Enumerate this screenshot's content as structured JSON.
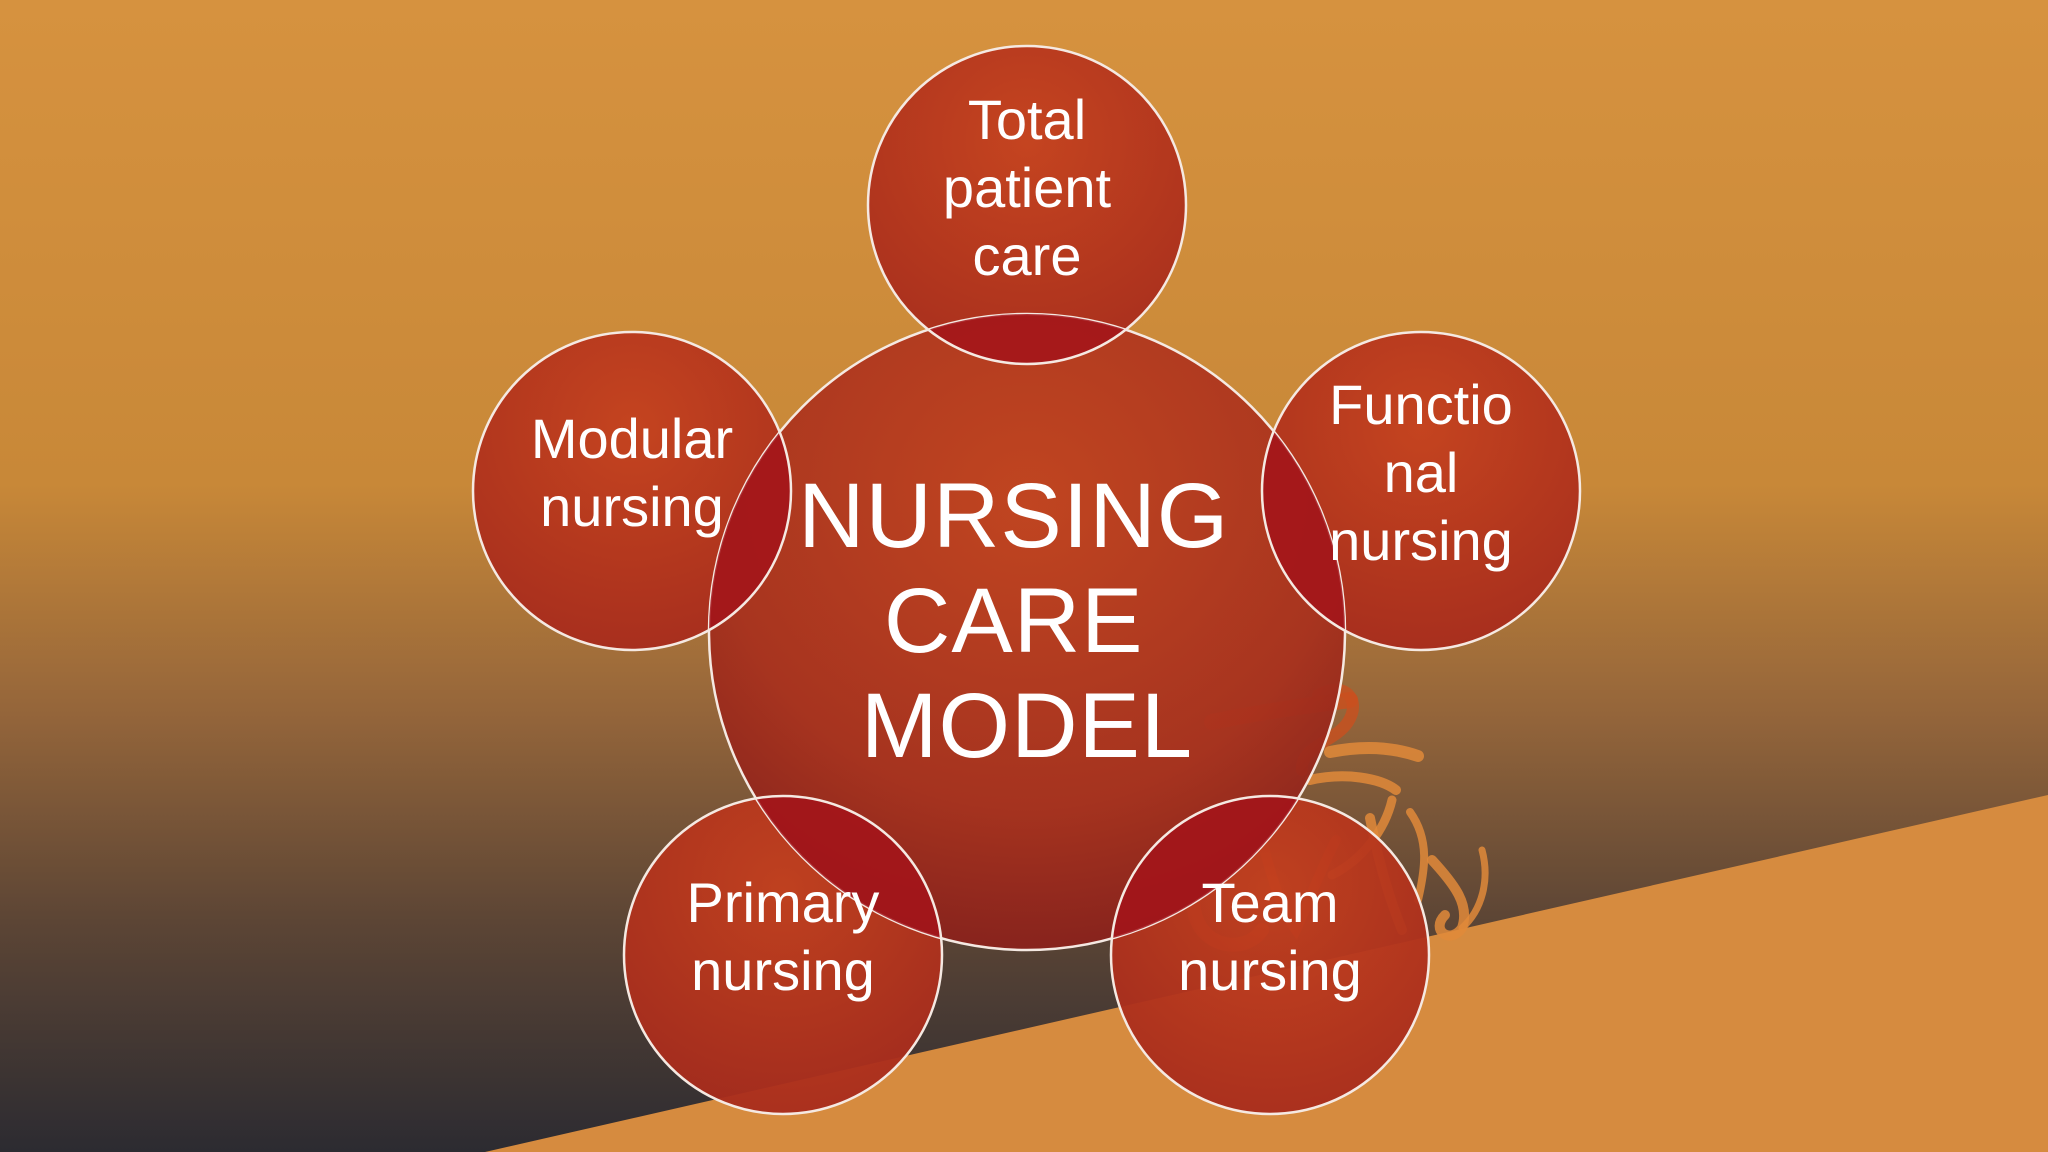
{
  "diagram": {
    "center": {
      "lines": [
        "NURSING",
        "CARE",
        "MODEL"
      ]
    },
    "nodes": [
      {
        "id": "total-patient-care",
        "lines": [
          "Total",
          "patient",
          "care"
        ]
      },
      {
        "id": "functional-nursing",
        "lines": [
          "Functio",
          "nal",
          "nursing"
        ]
      },
      {
        "id": "team-nursing",
        "lines": [
          "Team",
          "nursing"
        ]
      },
      {
        "id": "primary-nursing",
        "lines": [
          "Primary",
          "nursing"
        ]
      },
      {
        "id": "modular-nursing",
        "lines": [
          "Modular",
          "nursing"
        ]
      }
    ]
  },
  "colors": {
    "background_top": "#d5903f",
    "background_bottom": "#2e2e33",
    "band": "#d68b3f",
    "circle_fill": "#b8361f",
    "circle_stroke": "#f5e9e2",
    "overlap": "#a3141a",
    "text": "#ffffff"
  }
}
